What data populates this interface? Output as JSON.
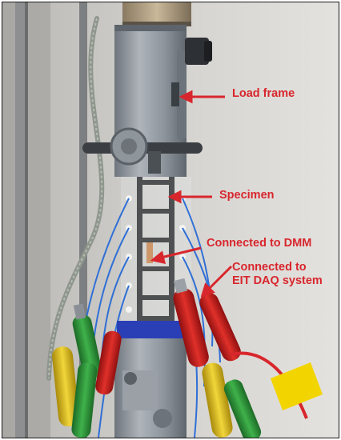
{
  "annotations": {
    "load_frame": "Load frame",
    "specimen": "Specimen",
    "dmm": "Connected to DMM",
    "eit": "Connected to\nEIT DAQ system"
  },
  "colors": {
    "annotation_red": "#d8262d",
    "wire_blue": "#2f6fd6",
    "clip_red": "#c81e1e",
    "clip_green": "#2e9a3a",
    "clip_yellow": "#e7c51b",
    "metal": "#9aa0a6"
  }
}
